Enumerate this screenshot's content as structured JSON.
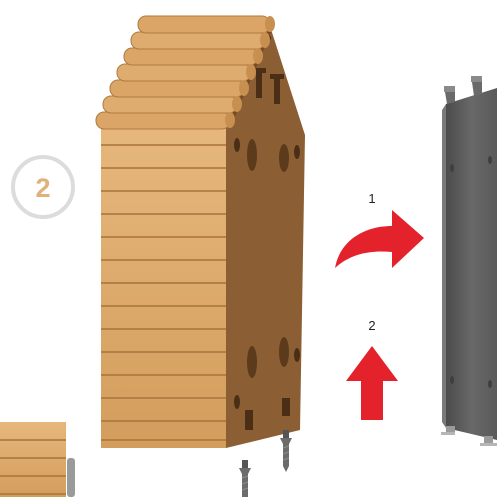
{
  "step": {
    "number": "2"
  },
  "arrows": [
    {
      "label": "1",
      "kind": "curved"
    },
    {
      "label": "2",
      "kind": "straight-up"
    }
  ],
  "colors": {
    "badge": "#ddb27b",
    "badge_ring": "#dcdcdc",
    "wood_front": "#dca86a",
    "wood_side": "#8b5e33",
    "panel": "#5f5f5f",
    "arrow": "#e3222b",
    "screw": "#6c6c6c"
  }
}
